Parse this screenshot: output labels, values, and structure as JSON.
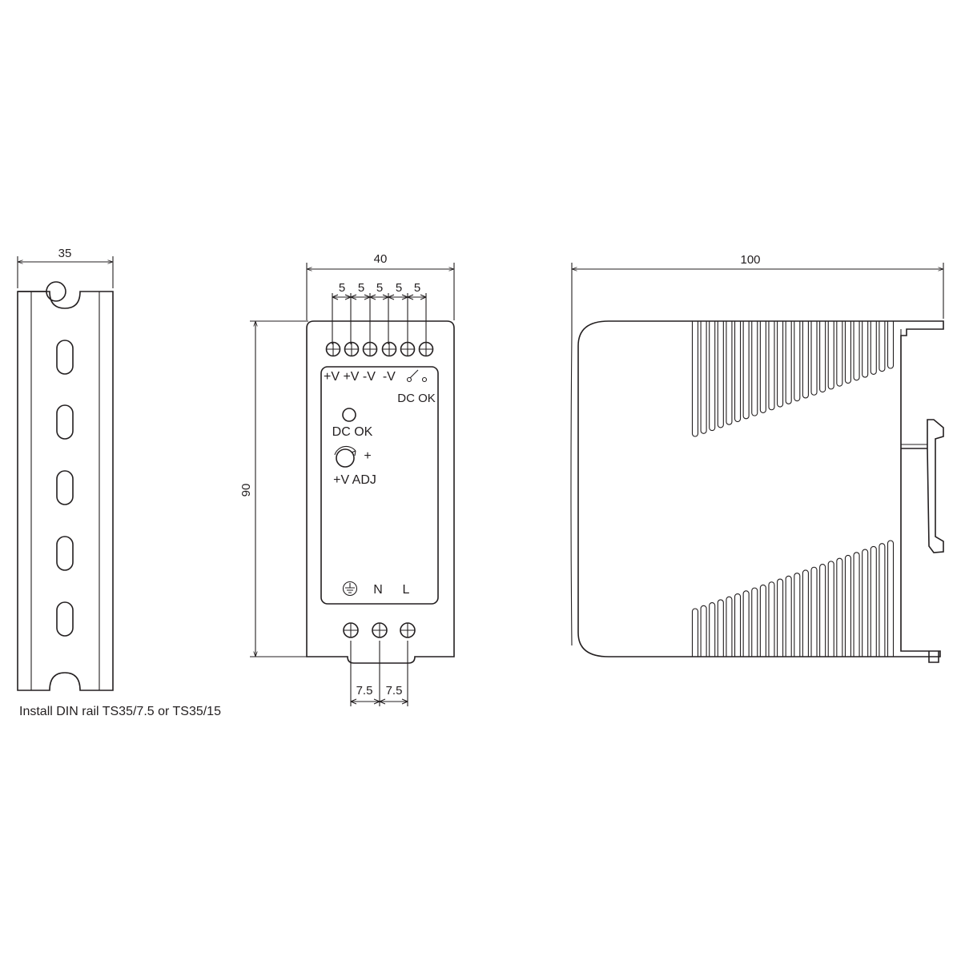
{
  "din_rail": {
    "width_label": "35",
    "caption": "Install DIN rail TS35/7.5 or TS35/15"
  },
  "front_view": {
    "width_label": "40",
    "pitch_labels": [
      "5",
      "5",
      "5",
      "5",
      "5"
    ],
    "height_label": "90",
    "output_terminals": "+V +V -V  -V",
    "relay_label": "DC OK",
    "led_label": "DC OK",
    "adj_plus": "+",
    "adj_label": "+V ADJ",
    "input_n": "N",
    "input_l": "L",
    "input_pitch_labels": [
      "7.5",
      "7.5"
    ]
  },
  "side_view": {
    "depth_label": "100",
    "upper_fin_count": 24,
    "lower_fin_count": 24
  }
}
